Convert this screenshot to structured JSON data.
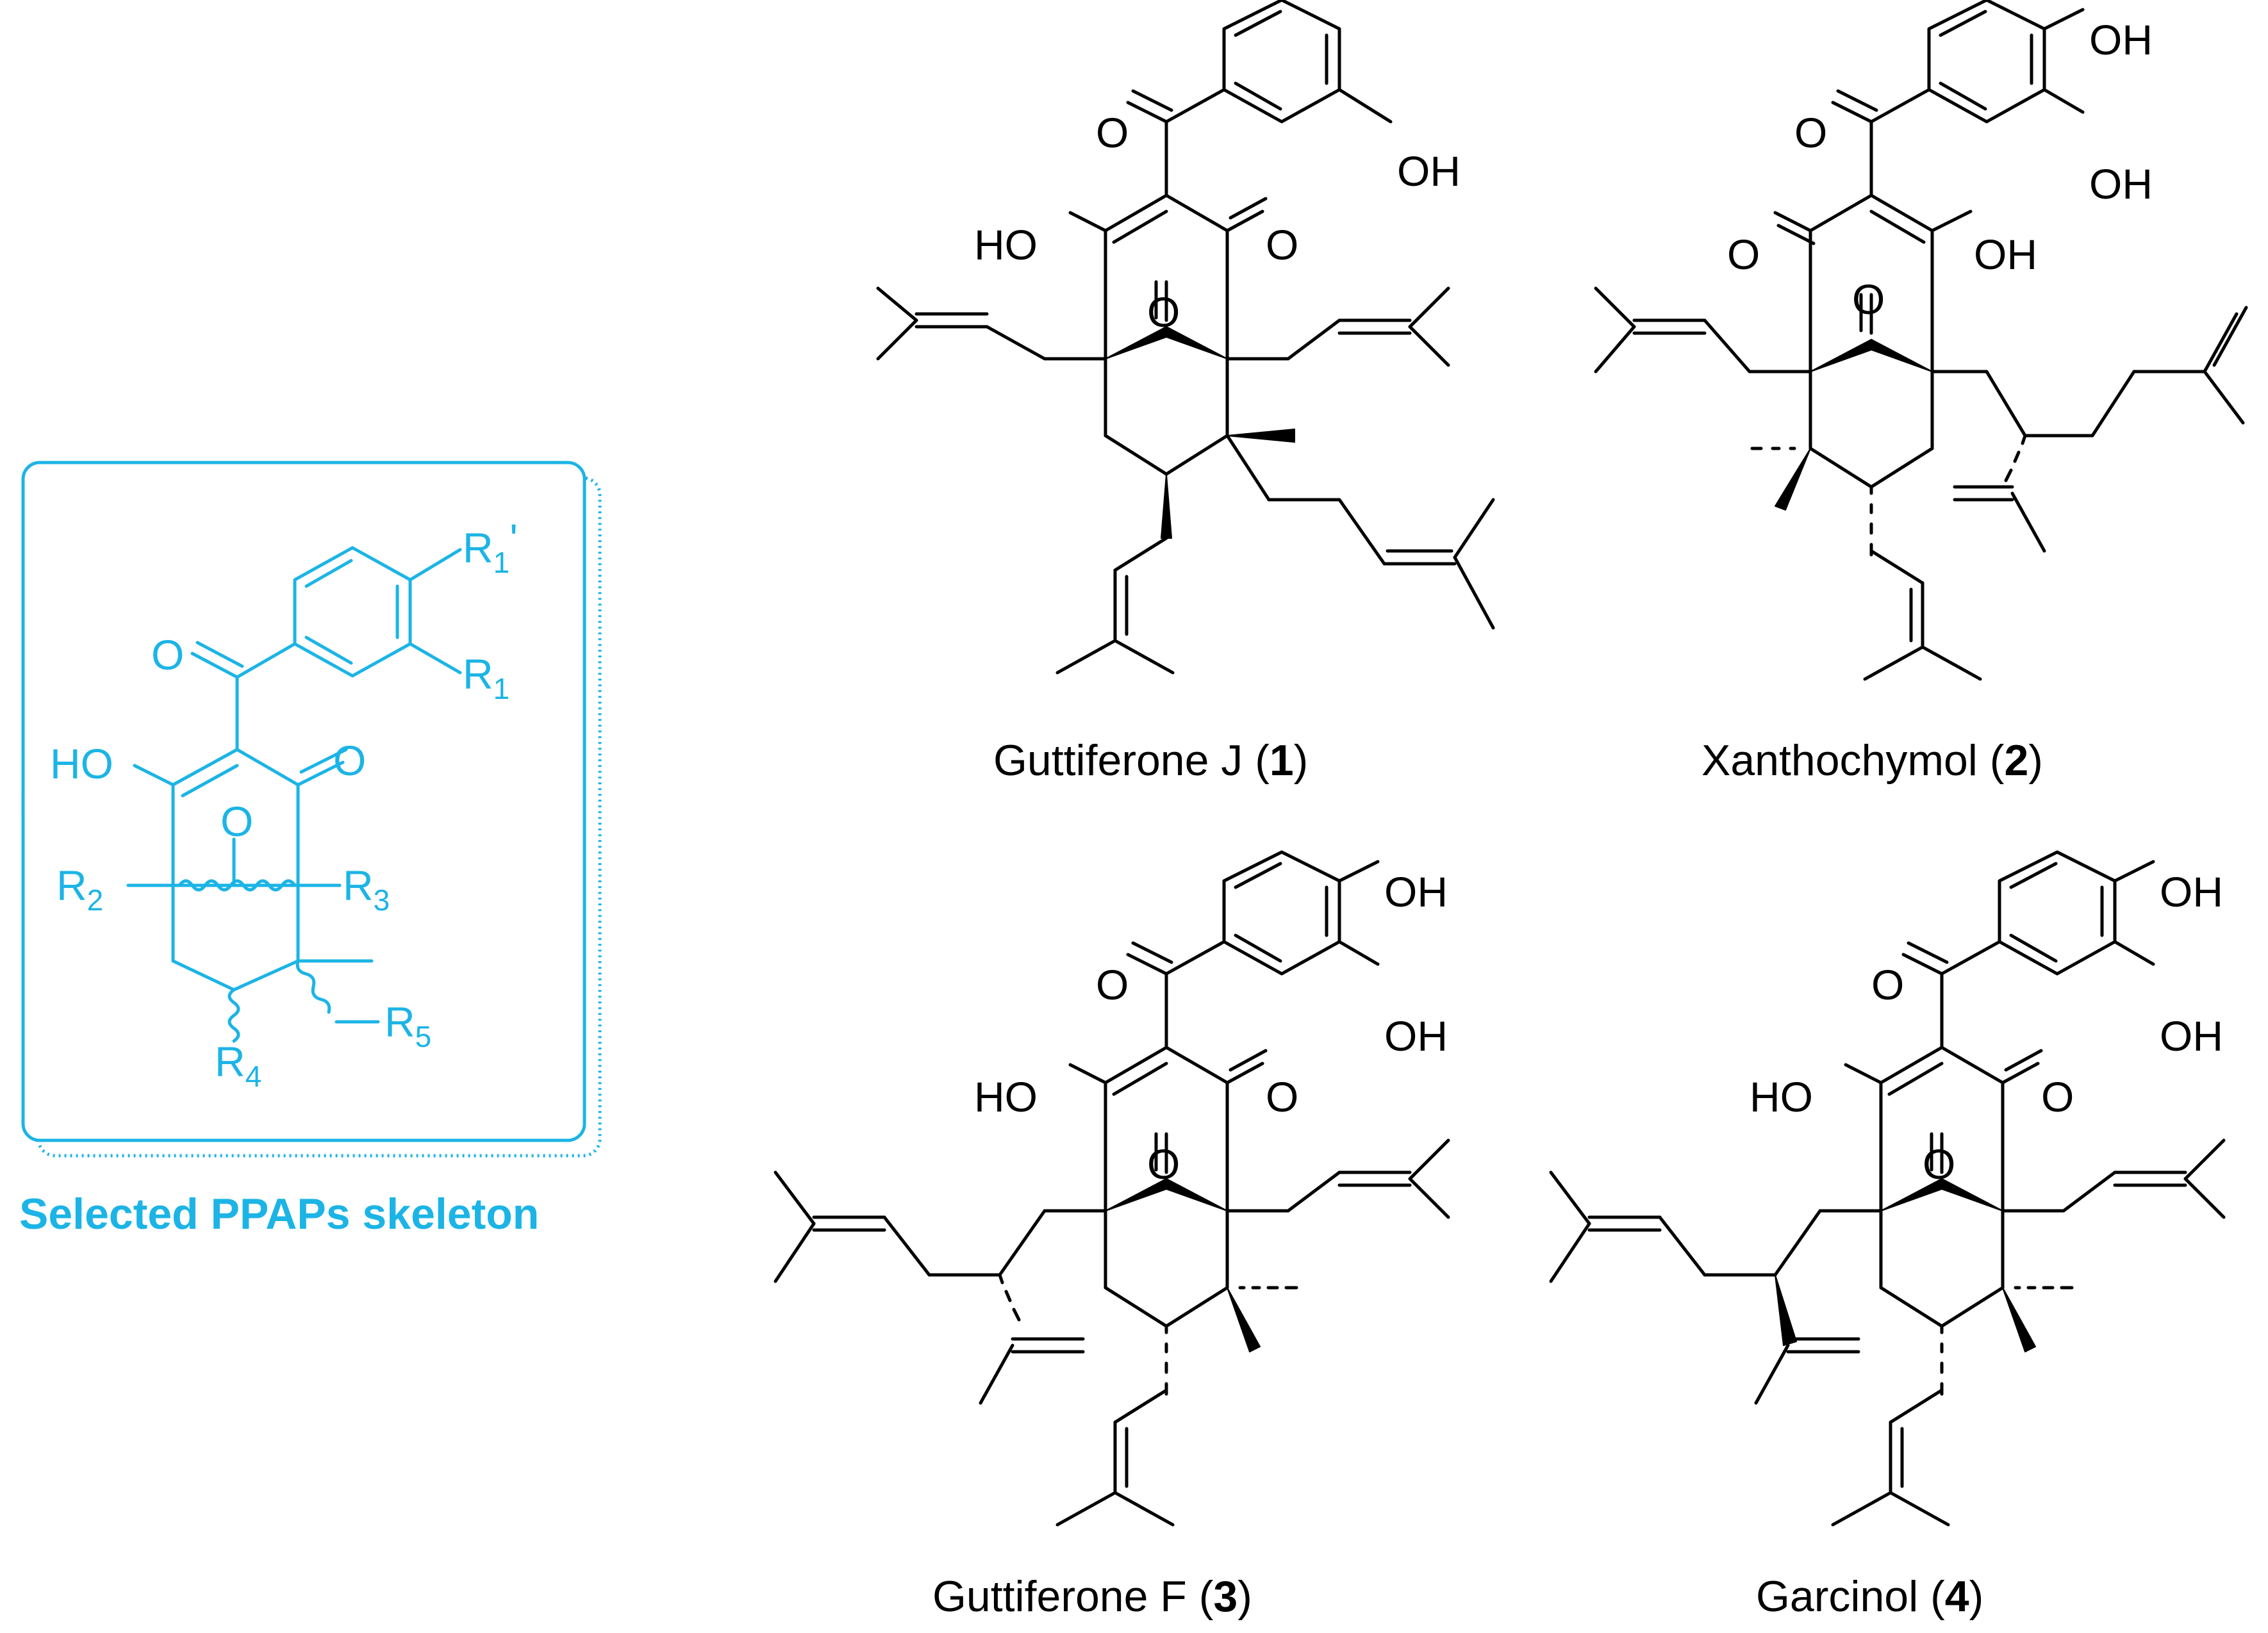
{
  "skeleton": {
    "caption": "Selected PPAPs skeleton",
    "labels": {
      "oh": "HO",
      "o_aroyl": "O",
      "o_ring": "O",
      "o_bridge": "O",
      "r1p_main": "R",
      "r1p_sub": "1",
      "r1p_prime": "'",
      "r1_main": "R",
      "r1_sub": "1",
      "r2_main": "R",
      "r2_sub": "2",
      "r3_main": "R",
      "r3_sub": "3",
      "r4_main": "R",
      "r4_sub": "4",
      "r5_main": "R",
      "r5_sub": "5"
    },
    "color": "#1cb4e6"
  },
  "compounds": [
    {
      "name": "Guttiferone J (",
      "number": "1",
      "close": ")"
    },
    {
      "name": "Xanthochymol (",
      "number": "2",
      "close": ")"
    },
    {
      "name": "Guttiferone F (",
      "number": "3",
      "close": ")"
    },
    {
      "name": "Garcinol (",
      "number": "4",
      "close": ")"
    }
  ],
  "atom_labels": {
    "o": "O",
    "oh": "OH",
    "ho": "HO"
  }
}
